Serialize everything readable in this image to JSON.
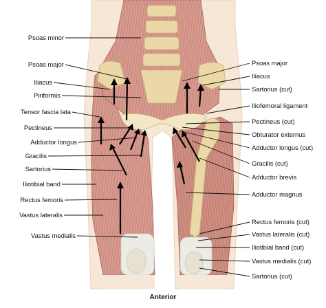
{
  "caption": "Anterior",
  "labels_left": [
    "Psoas minor",
    "Psoas major",
    "Iliacus",
    "Piriformis",
    "Tensor fascia lata",
    "Pectineus",
    "Adductor longus",
    "Gracilis",
    "Sartorius",
    "Iliotibial band",
    "Rectus femoris",
    "Vastus lateralis",
    "Vastus medialis"
  ],
  "labels_right": [
    "Psoas major",
    "Iliacus",
    "Sartorius (cut)",
    "Iliofemoral ligament",
    "Pectineus (cut)",
    "Obturator externus",
    "Adductor longus (cut)",
    "Gracilis (cut)",
    "Adductor brevis",
    "Adductor magnus",
    "Rectus femoris (cut)",
    "Vastus lateralis (cut)",
    "Iliotibial band (cut)",
    "Vastus medialis (cut)",
    "Sartorius (cut)"
  ],
  "colors": {
    "muscle": "#d69a8e",
    "muscle_dark": "#b86f64",
    "bone": "#ead9a6",
    "bone_light": "#f3e8c4",
    "skin": "#f6e7d6",
    "tendon": "#ecebe6",
    "arrow": "#000000"
  }
}
